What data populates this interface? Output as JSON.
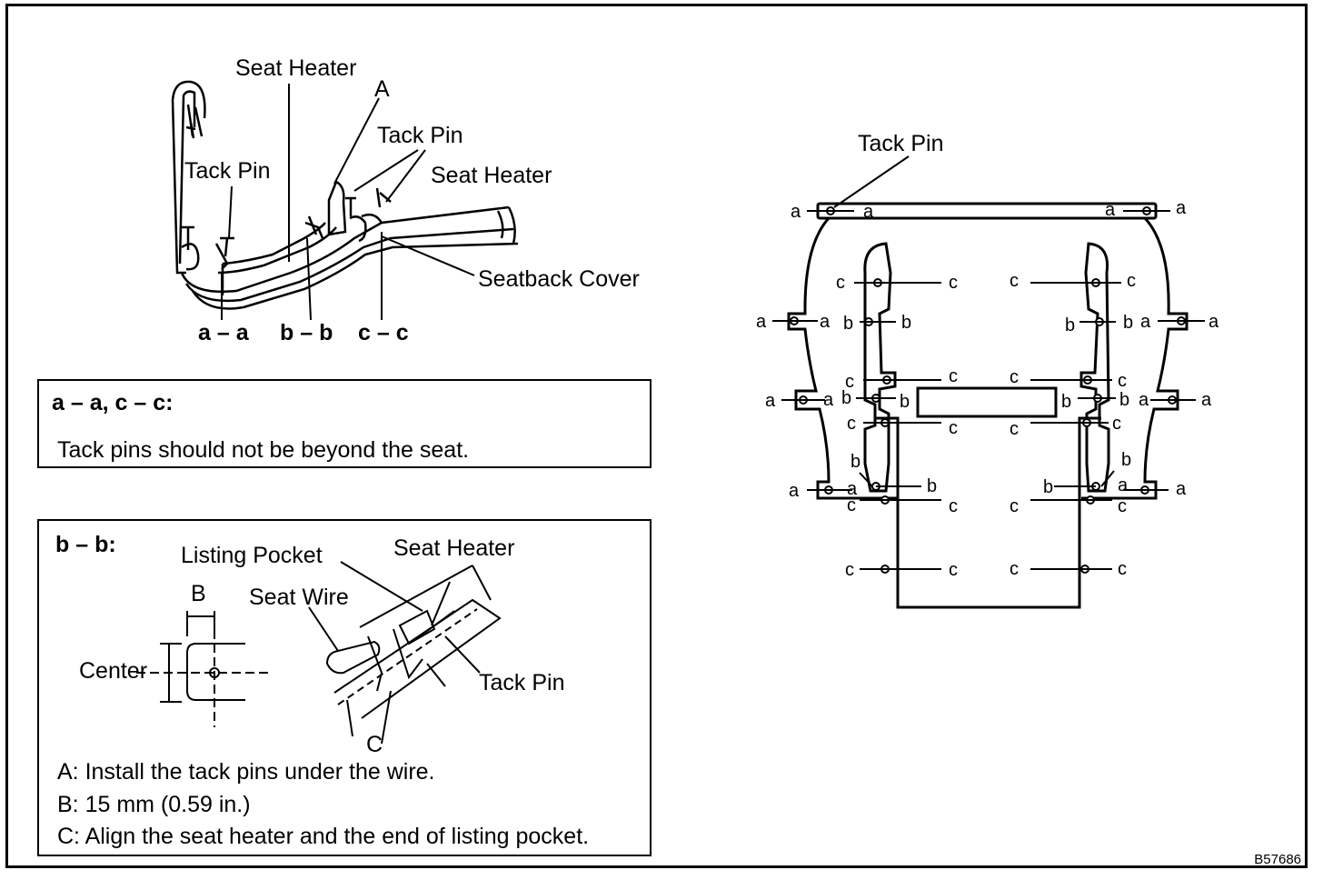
{
  "cross_section": {
    "labels": {
      "seat_heater_top": "Seat Heater",
      "a_marker": "A",
      "tack_pin_left": "Tack Pin",
      "tack_pin_right": "Tack Pin",
      "seat_heater_right": "Seat Heater",
      "seatback_cover": "Seatback Cover"
    },
    "sections": [
      "a – a",
      "b – b",
      "c – c"
    ]
  },
  "note1": {
    "title": "a – a, c – c:",
    "text": "Tack pins should not be beyond the seat."
  },
  "note2": {
    "title": "b – b:",
    "labels": {
      "listing_pocket": "Listing Pocket",
      "seat_heater": "Seat Heater",
      "seat_wire": "Seat Wire",
      "b_marker": "B",
      "center": "Center",
      "tack_pin": "Tack Pin",
      "c_marker": "C"
    },
    "lines": [
      "A: Install the tack pins under the wire.",
      "B: 15 mm (0.59 in.)",
      "C: Align the seat heater and the end of listing pocket."
    ]
  },
  "layout_diagram": {
    "tack_pin_label": "Tack Pin",
    "point_a": "a",
    "point_b": "b",
    "point_c": "c"
  },
  "figure_id": "B57686"
}
